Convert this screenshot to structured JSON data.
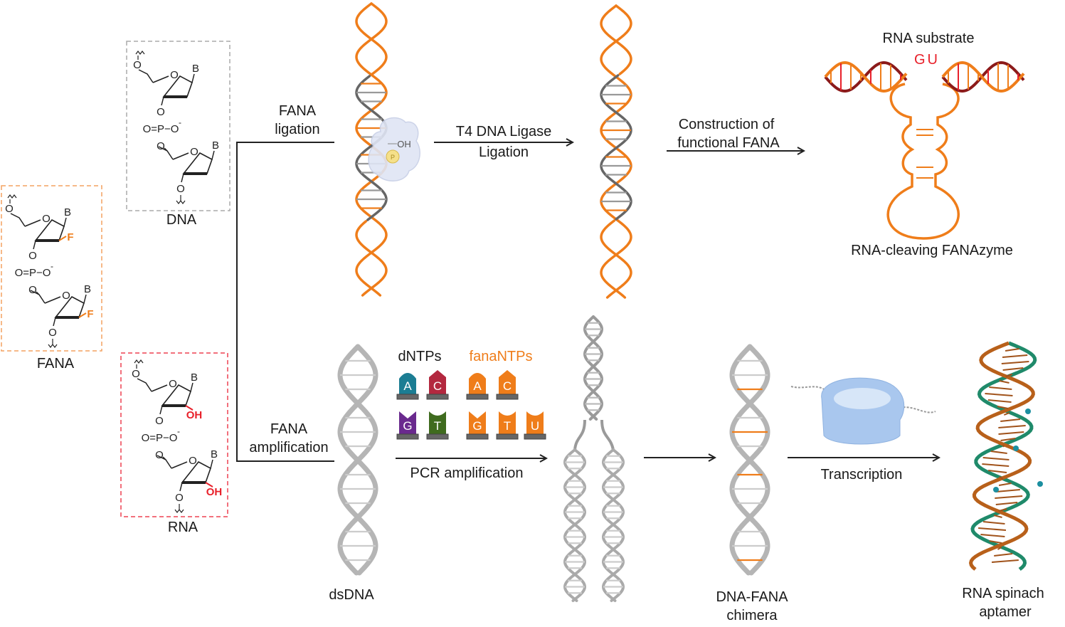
{
  "colors": {
    "fana_orange": "#ef7d1a",
    "rna_red": "#e8202a",
    "dna_gray": "#9a9a9a",
    "dark_red": "#8b1a1a",
    "aptamer_green": "#1f8a6a",
    "dA": "#1b7d93",
    "dC": "#b3283f",
    "dG": "#6a2a8e",
    "dT": "#3f6b1e"
  },
  "chemistry": {
    "fana": {
      "label": "FANA",
      "modification": "F"
    },
    "dna": {
      "label": "DNA"
    },
    "rna": {
      "label": "RNA",
      "modification": "OH"
    },
    "ring_oxygen": "O",
    "base": "B",
    "linker_oxygen": "O",
    "phosphate": "O=P−O",
    "charge": "-"
  },
  "branches": {
    "ligation": {
      "line1": "FANA",
      "line2": "ligation"
    },
    "amplification": {
      "line1": "FANA",
      "line2": "amplification"
    }
  },
  "top_row": {
    "ligase_oh": "OH",
    "ligase_p": "P",
    "ligation_arrow": {
      "line1": "T4 DNA Ligase",
      "line2": "Ligation"
    },
    "construction_arrow": {
      "line1": "Construction of",
      "line2": "functional FANA"
    },
    "substrate_label": "RNA substrate",
    "cleavage_site": "GU",
    "fanazyme_label": "RNA-cleaving FANAzyme"
  },
  "bottom_row": {
    "dsdna_label": "dsDNA",
    "dntps_label": "dNTPs",
    "fanantps_label": "fanaNTPs",
    "dntps": [
      {
        "base": "A",
        "shape": "round",
        "color": "#1b7d93"
      },
      {
        "base": "C",
        "shape": "point",
        "color": "#b3283f"
      },
      {
        "base": "G",
        "shape": "notch",
        "color": "#6a2a8e"
      },
      {
        "base": "T",
        "shape": "cup",
        "color": "#3f6b1e"
      }
    ],
    "fanantps": [
      {
        "base": "A",
        "shape": "round"
      },
      {
        "base": "C",
        "shape": "point"
      },
      {
        "base": "G",
        "shape": "notch"
      },
      {
        "base": "T",
        "shape": "cup"
      },
      {
        "base": "U",
        "shape": "cup"
      }
    ],
    "pcr_label": "PCR amplification",
    "chimera_label": {
      "line1": "DNA-FANA",
      "line2": "chimera"
    },
    "transcription_label": "Transcription",
    "aptamer_label": {
      "line1": "RNA spinach",
      "line2": "aptamer"
    }
  }
}
